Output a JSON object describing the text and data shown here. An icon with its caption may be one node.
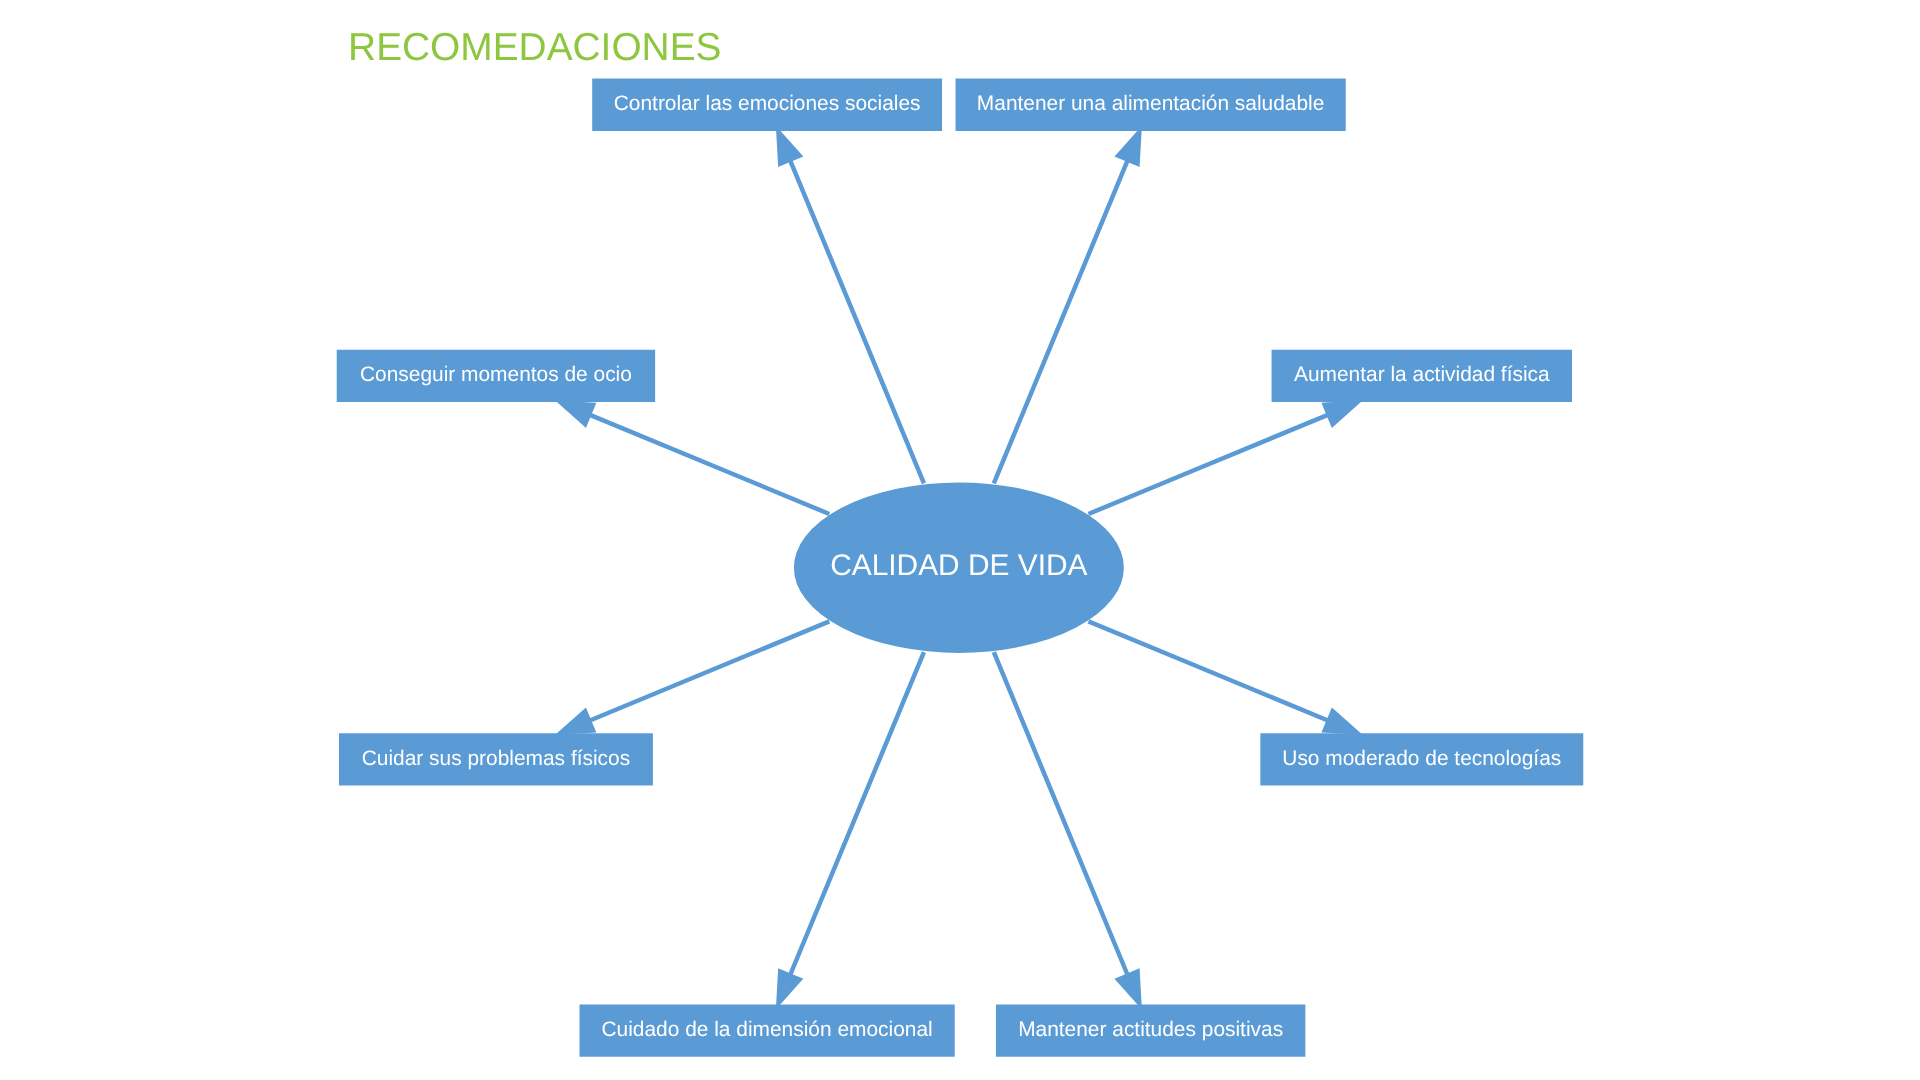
{
  "diagram": {
    "title": "RECOMEDACIONES",
    "nodes": [
      {
        "text": [
          "CALIDAD DE VIDA"
        ]
      },
      {
        "text": [
          "Aumentar la actividad física"
        ]
      },
      {
        "text": [
          "Mantener una alimentación saludable"
        ]
      },
      {
        "text": [
          "Controlar las emociones sociales"
        ]
      },
      {
        "text": [
          "Conseguir momentos de ocio"
        ]
      },
      {
        "text": [
          "Cuidar sus problemas físicos"
        ]
      },
      {
        "text": [
          "Cuidado de la dimensión emocional"
        ]
      },
      {
        "text": [
          "Mantener actitudes positivas"
        ]
      },
      {
        "text": [
          "Uso moderado de tecnologías"
        ]
      }
    ],
    "edges": [
      {
        "from": 0,
        "to": 1,
        "arrow": "to"
      },
      {
        "from": 0,
        "to": 2,
        "arrow": "to"
      },
      {
        "from": 0,
        "to": 3,
        "arrow": "to"
      },
      {
        "from": 0,
        "to": 4,
        "arrow": "to"
      },
      {
        "from": 0,
        "to": 5,
        "arrow": "to"
      },
      {
        "from": 0,
        "to": 6,
        "arrow": "to"
      },
      {
        "from": 0,
        "to": 7,
        "arrow": "to"
      },
      {
        "from": 0,
        "to": 8,
        "arrow": "to"
      }
    ]
  }
}
